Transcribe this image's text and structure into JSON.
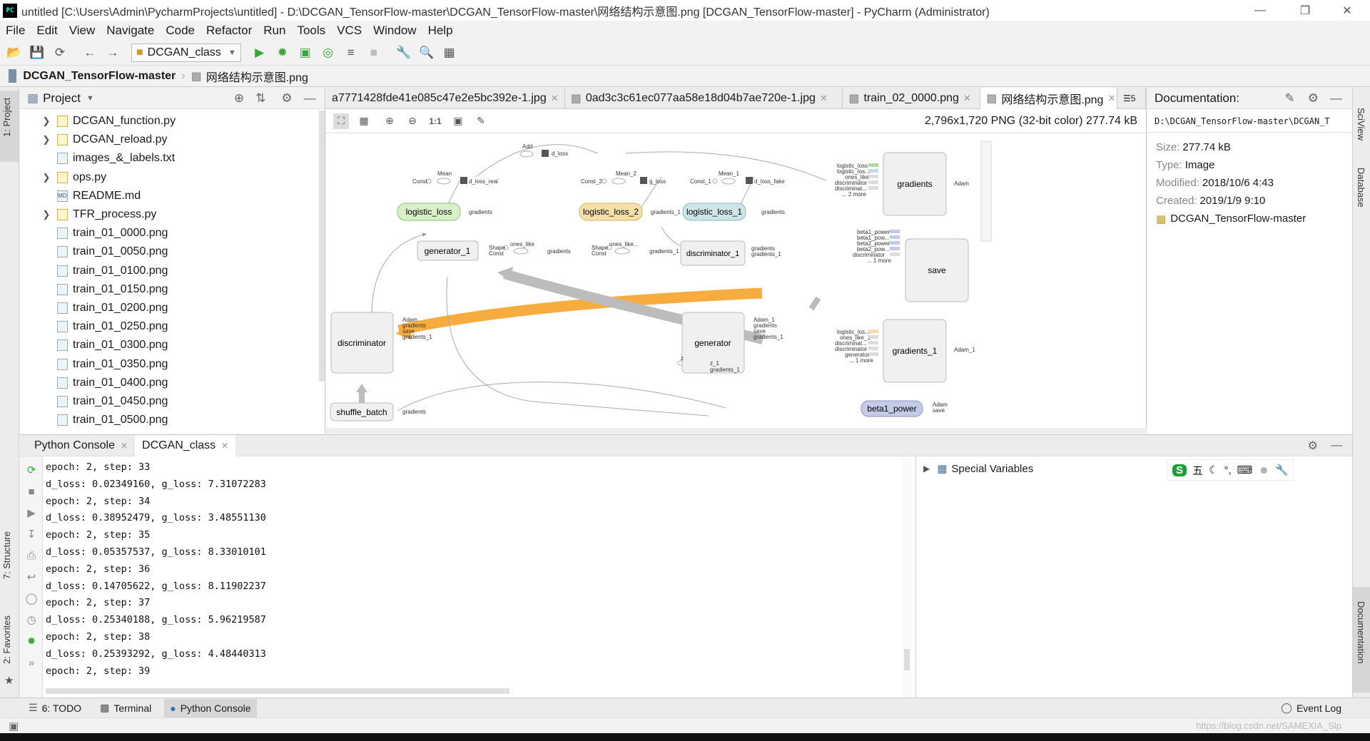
{
  "window": {
    "title": "untitled [C:\\Users\\Admin\\PycharmProjects\\untitled] - D:\\DCGAN_TensorFlow-master\\DCGAN_TensorFlow-master\\网络结构示意图.png [DCGAN_TensorFlow-master] - PyCharm (Administrator)",
    "app_icon": "PC"
  },
  "menu": [
    "File",
    "Edit",
    "View",
    "Navigate",
    "Code",
    "Refactor",
    "Run",
    "Tools",
    "VCS",
    "Window",
    "Help"
  ],
  "toolbar": {
    "run_config": "DCGAN_class"
  },
  "breadcrumb": {
    "root": "DCGAN_TensorFlow-master",
    "file": "网络结构示意图.png"
  },
  "left_strip": {
    "project": "1: Project",
    "structure": "7: Structure",
    "favorites": "2: Favorites"
  },
  "right_strip": {
    "sciview": "SciView",
    "database": "Database",
    "documentation": "Documentation"
  },
  "project": {
    "title": "Project",
    "items": [
      {
        "name": "DCGAN_function.py",
        "type": "py",
        "expandable": true
      },
      {
        "name": "DCGAN_reload.py",
        "type": "py",
        "expandable": true
      },
      {
        "name": "images_&_labels.txt",
        "type": "txt",
        "expandable": false
      },
      {
        "name": "ops.py",
        "type": "py",
        "expandable": true
      },
      {
        "name": "README.md",
        "type": "md",
        "expandable": false
      },
      {
        "name": "TFR_process.py",
        "type": "py",
        "expandable": true
      },
      {
        "name": "train_01_0000.png",
        "type": "png",
        "expandable": false
      },
      {
        "name": "train_01_0050.png",
        "type": "png",
        "expandable": false
      },
      {
        "name": "train_01_0100.png",
        "type": "png",
        "expandable": false
      },
      {
        "name": "train_01_0150.png",
        "type": "png",
        "expandable": false
      },
      {
        "name": "train_01_0200.png",
        "type": "png",
        "expandable": false
      },
      {
        "name": "train_01_0250.png",
        "type": "png",
        "expandable": false
      },
      {
        "name": "train_01_0300.png",
        "type": "png",
        "expandable": false
      },
      {
        "name": "train_01_0350.png",
        "type": "png",
        "expandable": false
      },
      {
        "name": "train_01_0400.png",
        "type": "png",
        "expandable": false
      },
      {
        "name": "train_01_0450.png",
        "type": "png",
        "expandable": false
      },
      {
        "name": "train_01_0500.png",
        "type": "png",
        "expandable": false
      }
    ]
  },
  "editor": {
    "tabs": [
      {
        "label": "a7771428fde41e085c47e2e5bc392e-1.jpg",
        "active": false
      },
      {
        "label": "0ad3c3c61ec077aa58e18d04b7ae720e-1.jpg",
        "active": false
      },
      {
        "label": "train_02_0000.png",
        "active": false
      },
      {
        "label": "网络结构示意图.png",
        "active": true
      }
    ],
    "tabs_more": "5",
    "image_info": "2,796x1,720 PNG (32-bit color) 277.74 kB",
    "zoom_actual": "1:1"
  },
  "graph": {
    "nodes": {
      "logistic_loss": "logistic_loss",
      "logistic_loss_2": "logistic_loss_2",
      "logistic_loss_1": "logistic_loss_1",
      "generator_1": "generator_1",
      "discriminator_1": "discriminator_1",
      "discriminator": "discriminator",
      "generator": "generator",
      "shuffle_batch": "shuffle_batch",
      "gradients": "gradients",
      "save": "save",
      "gradients_1": "gradients_1",
      "beta1_power": "beta1_power"
    },
    "small": {
      "add": "Add",
      "d_loss": "d_loss",
      "mean": "Mean",
      "mean_2": "Mean_2",
      "mean_1": "Mean_1",
      "const": "Const",
      "const_2": "Const_2",
      "const_1": "Const_1",
      "d_loss_real": "d_loss_real",
      "g_loss": "g_loss",
      "d_loss_fake": "d_loss_fake",
      "gradients": "gradients",
      "gradients_1": "gradients_1",
      "ones_like": "ones_like",
      "ones_like_dots": "ones_like...",
      "shape": "Shape",
      "adam": "Adam",
      "adam_1": "Adam_1",
      "save": "save",
      "z": "z",
      "z_1": "z_1",
      "more2": "... 2 more",
      "more1": "... 1 more",
      "in_logistic_loss": "logistic_loss",
      "in_logistic_los": "logistic_los...",
      "in_ones_like": "ones_like",
      "in_discriminat": "discriminat...",
      "in_beta1_power": "beta1_power",
      "in_beta1_pow": "beta1_pow...",
      "in_beta2_power": "beta2_power",
      "in_beta2_pow": "beta2_pow...",
      "in_discriminator": "discriminator",
      "in_logistic_los2": "logistic_los...",
      "in_ones_like_1": "ones_like_1",
      "in_generator": "generator"
    }
  },
  "documentation": {
    "title": "Documentation:",
    "path": "D:\\DCGAN_TensorFlow-master\\DCGAN_T",
    "size_label": "Size:",
    "size": "277.74 kB",
    "type_label": "Type:",
    "type": "Image",
    "modified_label": "Modified:",
    "modified": "2018/10/6 4:43",
    "created_label": "Created:",
    "created": "2019/1/9 9:10",
    "project": "DCGAN_TensorFlow-master"
  },
  "console": {
    "tabs": [
      "Python Console",
      "DCGAN_class"
    ],
    "lines": [
      "epoch: 2, step: 33",
      "d_loss: 0.02349160, g_loss: 7.31072283",
      "epoch: 2, step: 34",
      "d_loss: 0.38952479, g_loss: 3.48551130",
      "epoch: 2, step: 35",
      "d_loss: 0.05357537, g_loss: 8.33010101",
      "epoch: 2, step: 36",
      "d_loss: 0.14705622, g_loss: 8.11902237",
      "epoch: 2, step: 37",
      "d_loss: 0.25340188, g_loss: 5.96219587",
      "epoch: 2, step: 38",
      "d_loss: 0.25393292, g_loss: 4.48440313",
      "epoch: 2, step: 39"
    ],
    "special_variables": "Special Variables",
    "ime_char": "五"
  },
  "bottom_tabs": {
    "todo": "6: TODO",
    "terminal": "Terminal",
    "python_console": "Python Console",
    "event_log": "Event Log"
  },
  "status": {
    "watermark": "https://blog.csdn.net/SAMEXIA_Slp"
  }
}
